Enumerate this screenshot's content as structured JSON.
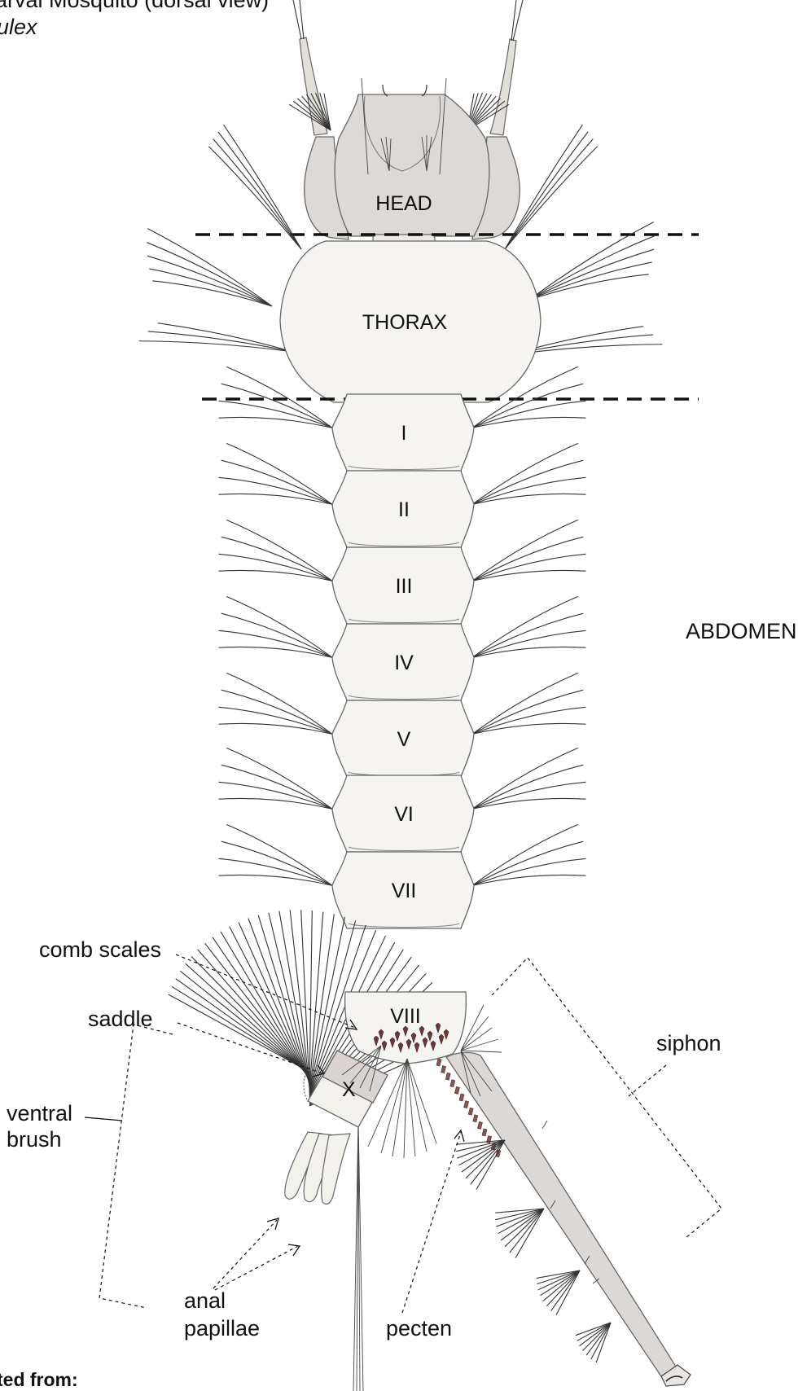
{
  "title_line1": "arval Mosquito (dorsal view)",
  "title_line2": "ulex",
  "footer_text": "ted from:",
  "regions": {
    "head": "HEAD",
    "thorax": "THORAX",
    "abdomen": "ABDOMEN"
  },
  "segments": [
    "I",
    "II",
    "III",
    "IV",
    "V",
    "VI",
    "VII",
    "VIII",
    "X"
  ],
  "annotations": {
    "comb_scales": "comb scales",
    "saddle": "saddle",
    "ventral_brush_line1": "ventral",
    "ventral_brush_line2": "brush",
    "anal_papillae_line1": "anal",
    "anal_papillae_line2": "papillae",
    "pecten": "pecten",
    "siphon": "siphon"
  },
  "colors": {
    "body": "#f5f4f1",
    "head": "#ddd9d6",
    "outline": "#666666",
    "setae": "#333333",
    "comb_scales": "#6b3a38"
  }
}
